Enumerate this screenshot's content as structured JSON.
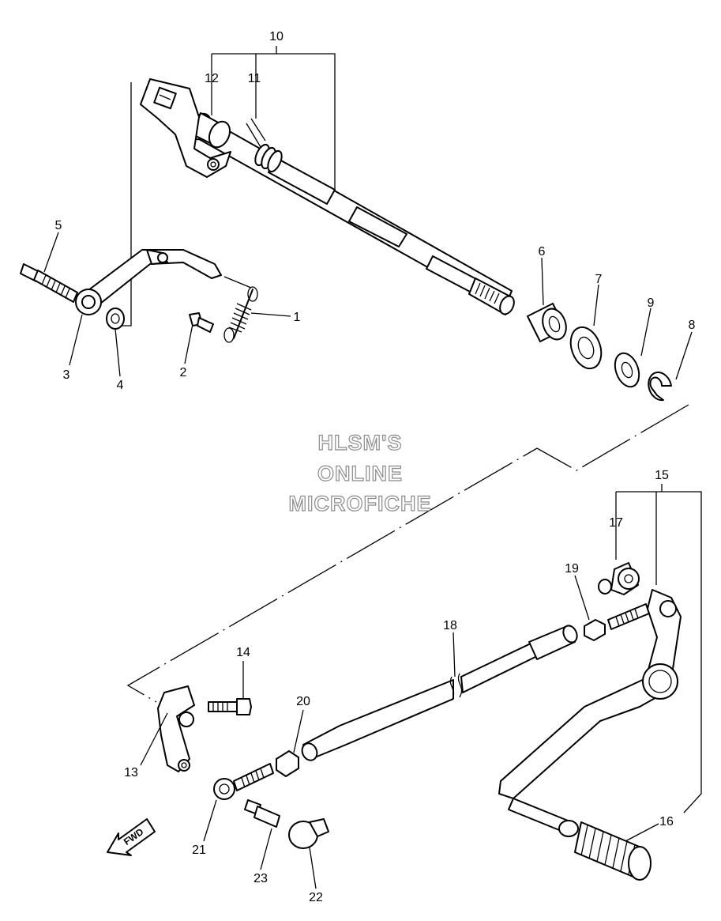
{
  "watermark": [
    "HLSM'S",
    "ONLINE",
    "MICROFICHE"
  ],
  "fwd_label": "FWD",
  "callouts": {
    "c1": "1",
    "c2": "2",
    "c3": "3",
    "c4": "4",
    "c5": "5",
    "c6": "6",
    "c7": "7",
    "c8": "8",
    "c9": "9",
    "c10": "10",
    "c11": "11",
    "c12": "12",
    "c13": "13",
    "c14": "14",
    "c15": "15",
    "c16": "16",
    "c17": "17",
    "c18": "18",
    "c19": "19",
    "c20": "20",
    "c21": "21",
    "c22": "22",
    "c23": "23"
  }
}
